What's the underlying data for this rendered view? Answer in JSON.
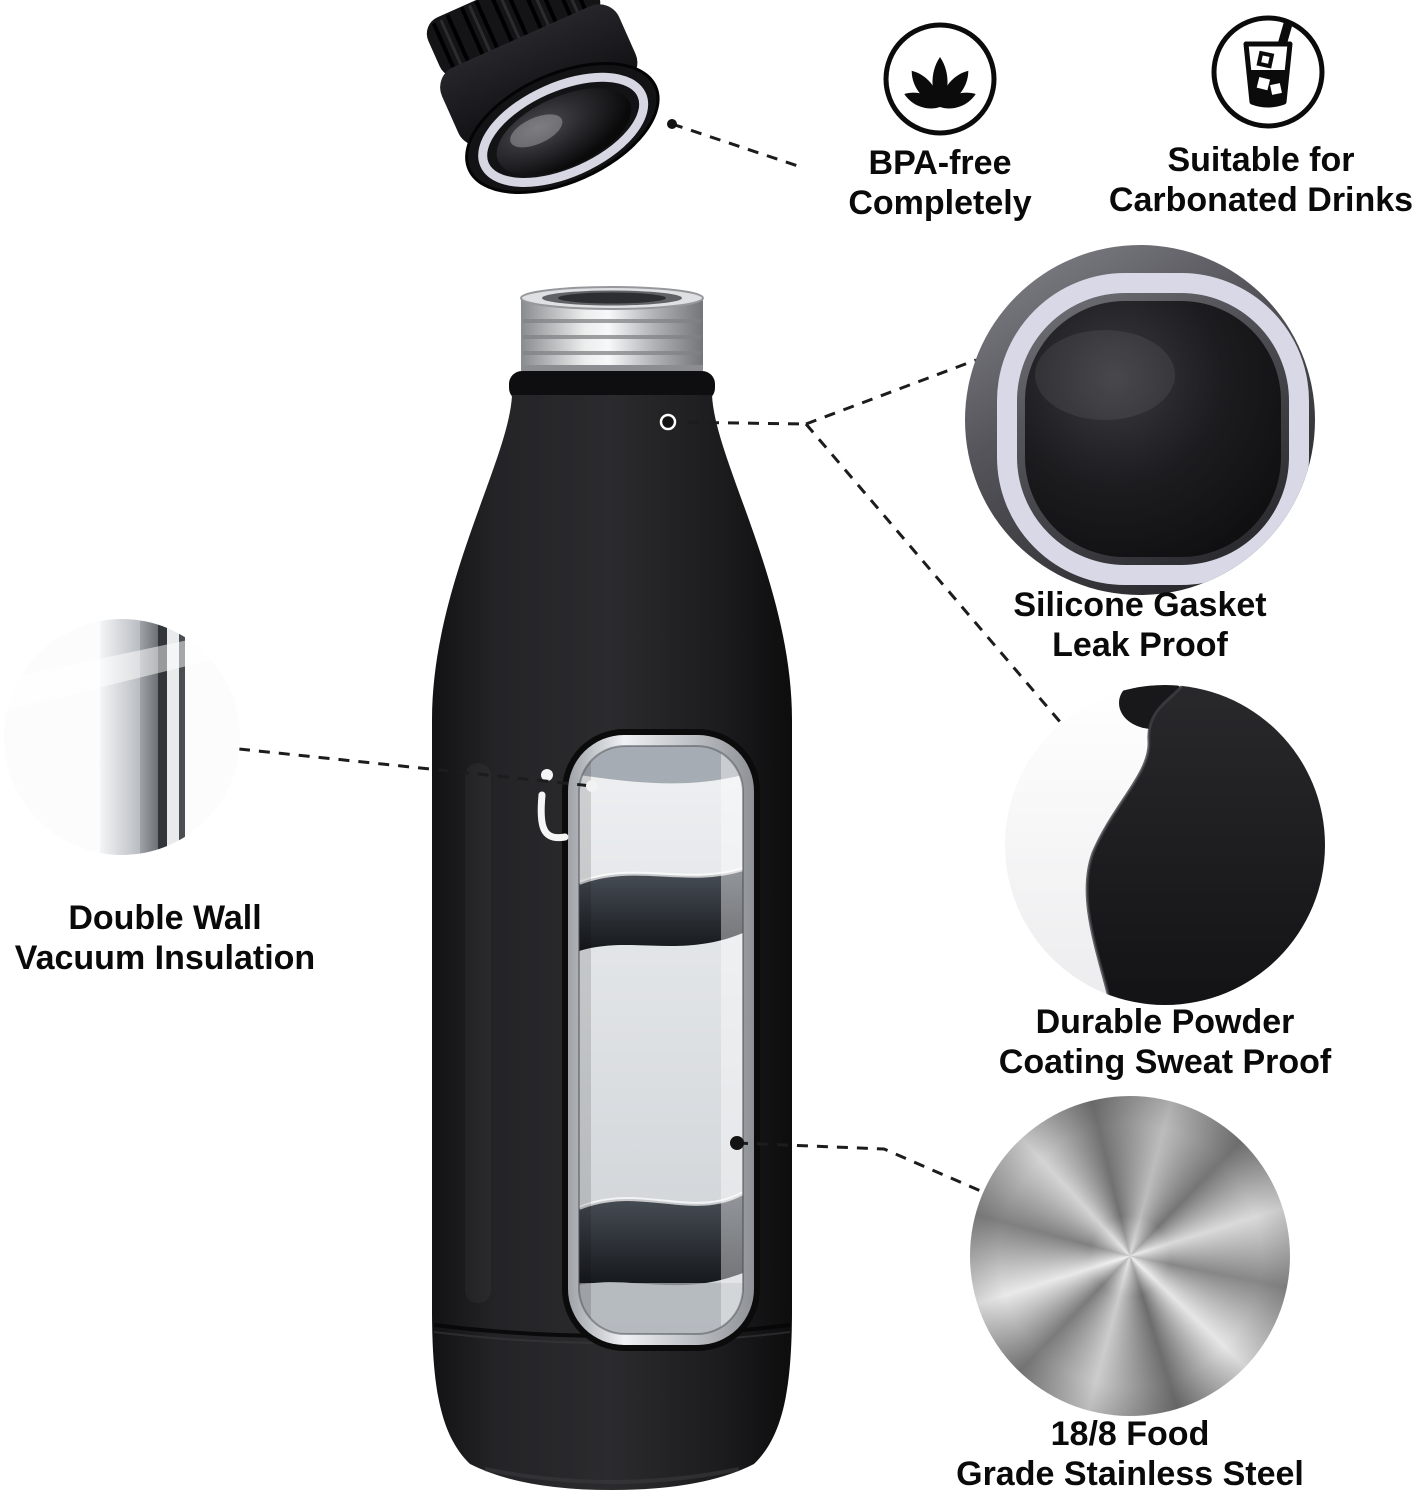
{
  "features": {
    "bpa": {
      "line1": "BPA-free",
      "line2": "Completely"
    },
    "carbonated": {
      "line1": "Suitable for",
      "line2": "Carbonated Drinks"
    },
    "gasket": {
      "line1": "Silicone Gasket",
      "line2": "Leak Proof"
    },
    "powder": {
      "line1": "Durable Powder",
      "line2": "Coating Sweat Proof"
    },
    "steel": {
      "line1": "18/8 Food",
      "line2": "Grade Stainless Steel"
    },
    "double_wall": {
      "line1": "Double Wall",
      "line2": "Vacuum Insulation"
    }
  },
  "icons": {
    "bpa": "leaf-icon",
    "carbonated": "iced-drink-icon"
  },
  "colors": {
    "background": "#ffffff",
    "bottle": "#1d1d1f",
    "gasket": "#d9d8e6",
    "text": "#0a0a0a",
    "connector": "#1c1c1c"
  }
}
